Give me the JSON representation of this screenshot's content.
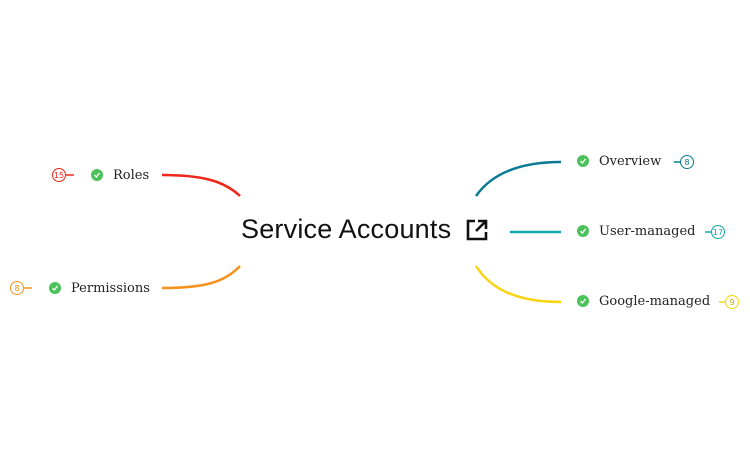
{
  "central_topic": {
    "label": "Service Accounts",
    "icon": "external-link-icon"
  },
  "branches": [
    {
      "label": "Roles",
      "count": "15",
      "color": "#f0261b",
      "side": "left",
      "status_icon": "check-circle-icon"
    },
    {
      "label": "Permissions",
      "count": "8",
      "color": "#f5931e",
      "side": "left",
      "status_icon": "check-circle-icon"
    },
    {
      "label": "Overview",
      "count": "8",
      "color": "#0b7a94",
      "side": "right",
      "status_icon": "check-circle-icon"
    },
    {
      "label": "User-managed",
      "count": "17",
      "color": "#14aaa6",
      "side": "right",
      "status_icon": "check-circle-icon"
    },
    {
      "label": "Google-managed",
      "count": "9",
      "color": "#f8d50f",
      "side": "right",
      "status_icon": "check-circle-icon"
    }
  ],
  "colors": {
    "check": "#4cc35a",
    "text": "#222222"
  }
}
